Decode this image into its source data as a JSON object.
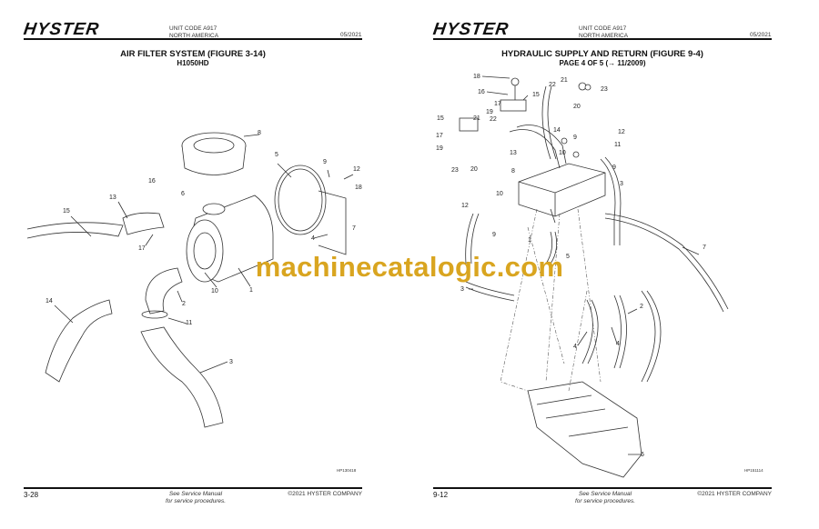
{
  "left_page": {
    "logo": "HYSTER",
    "unit_code": "UNIT CODE A917",
    "region": "NORTH AMERICA",
    "date": "05/2021",
    "title": "AIR FILTER SYSTEM (FIGURE 3-14)",
    "subtitle": "H1050HD",
    "figure_code": "HP130418",
    "callouts": [
      "8",
      "5",
      "9",
      "12",
      "18",
      "16",
      "13",
      "6",
      "15",
      "17",
      "4",
      "7",
      "10",
      "1",
      "2",
      "11",
      "14",
      "3"
    ],
    "page_number": "3-28",
    "see_manual_1": "See Service Manual",
    "see_manual_2": "for service procedures.",
    "copyright": "©2021 HYSTER COMPANY"
  },
  "right_page": {
    "logo": "HYSTER",
    "unit_code": "UNIT CODE A917",
    "region": "NORTH AMERICA",
    "date": "05/2021",
    "title": "HYDRAULIC SUPPLY AND RETURN (FIGURE 9-4)",
    "subtitle": "PAGE 4 OF 5  (→ 11/2009)",
    "figure_code": "HP151114",
    "callouts": [
      "18",
      "16",
      "15",
      "22",
      "21",
      "23",
      "20",
      "17",
      "19",
      "21",
      "22",
      "15",
      "17",
      "19",
      "23",
      "20",
      "14",
      "13",
      "9",
      "12",
      "11",
      "10",
      "9",
      "8",
      "3",
      "12",
      "10",
      "9",
      "1",
      "5",
      "7",
      "3",
      "2",
      "4",
      "4",
      "6"
    ],
    "page_number": "9-12",
    "see_manual_1": "See Service Manual",
    "see_manual_2": "for service procedures.",
    "copyright": "©2021 HYSTER COMPANY"
  },
  "watermark": "machinecatalogic.com"
}
